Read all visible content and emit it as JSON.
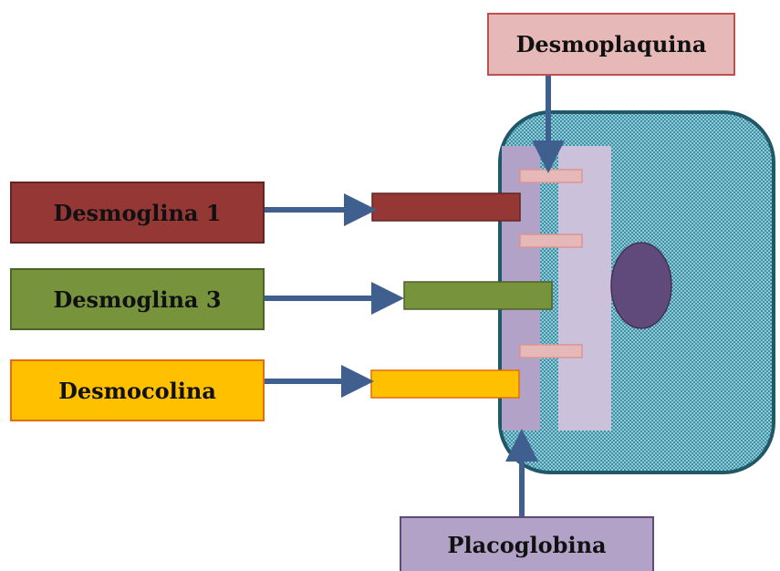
{
  "labels": {
    "desmoplaquina": "Desmoplaquina",
    "desmoglina1": "Desmoglina 1",
    "desmoglina3": "Desmoglina 3",
    "desmocolina": "Desmocolina",
    "placoglobina": "Placoglobina"
  },
  "colors": {
    "desmoplaquina": "#E6B9B8",
    "desmoglina1": "#953735",
    "desmoglina3": "#77933C",
    "desmocolina": "#FFC000",
    "placoglobina": "#B3A2C7",
    "arrow": "#3F5F8F",
    "cell_fill": "#31859C",
    "cell_border": "#215868",
    "nucleus": "#604A7B"
  }
}
